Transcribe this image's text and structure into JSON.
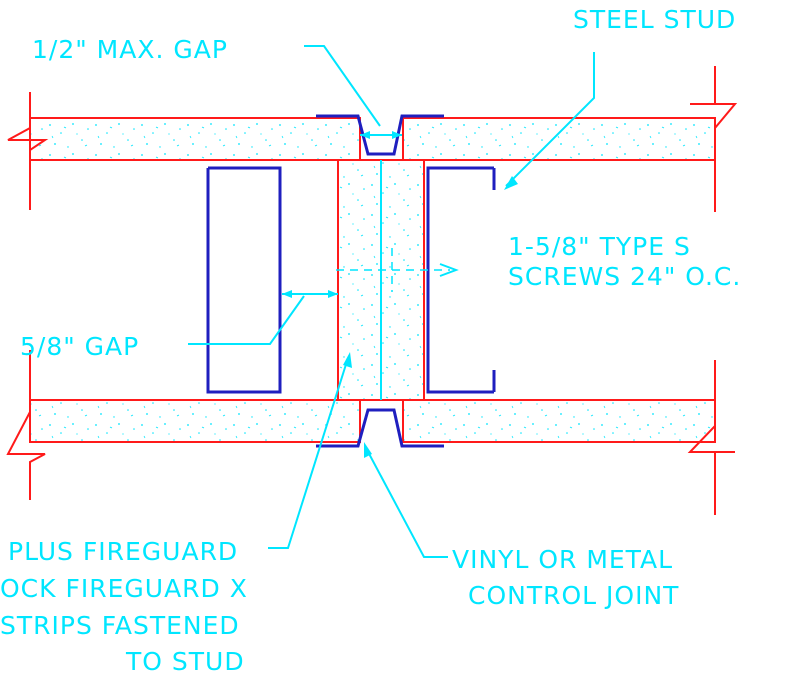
{
  "labels": {
    "steel_stud": "STEEL STUD",
    "max_gap": "1/2\" MAX. GAP",
    "screws_line1": "1-5/8\" TYPE S",
    "screws_line2": "SCREWS 24\" O.C.",
    "gap_5_8": "5/8\" GAP",
    "fireguard_line1": "PLUS FIREGUARD",
    "fireguard_line2": "OCK FIREGUARD X",
    "fireguard_line3": "STRIPS FASTENED",
    "fireguard_line4": "TO STUD",
    "joint_line1": "VINYL OR METAL",
    "joint_line2": "CONTROL JOINT"
  },
  "colors": {
    "annotation": "#00e6ff",
    "board_outline": "#ff1a1a",
    "stud": "#1f1fbf",
    "background": "#ffffff"
  }
}
